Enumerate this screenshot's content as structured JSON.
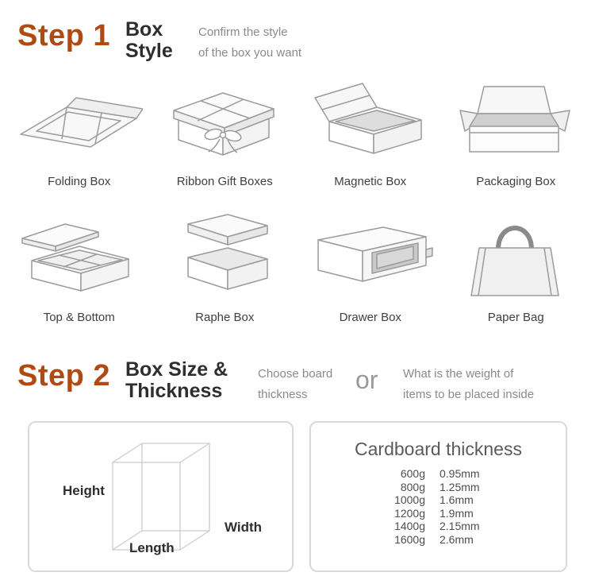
{
  "colors": {
    "accent": "#b04a12",
    "text_dark": "#2e2e2e",
    "text_gray": "#8a8a8a"
  },
  "step1": {
    "label": "Step 1",
    "title_line1": "Box",
    "title_line2": "Style",
    "desc_line1": "Confirm the style",
    "desc_line2": "of the box you want",
    "styles": [
      "Folding Box",
      "Ribbon Gift Boxes",
      "Magnetic Box",
      "Packaging Box",
      "Top & Bottom",
      "Raphe Box",
      "Drawer Box",
      "Paper Bag"
    ]
  },
  "step2": {
    "label": "Step 2",
    "title_line1": "Box Size &",
    "title_line2": "Thickness",
    "option1_line1": "Choose board",
    "option1_line2": "thickness",
    "or_label": "or",
    "option2_line1": "What is the weight of",
    "option2_line2": "items to be placed inside",
    "size": {
      "height": "Height",
      "width": "Width",
      "length": "Length"
    },
    "thickness": {
      "title": "Cardboard thickness",
      "rows": [
        {
          "weight": "600g",
          "mm": "0.95mm"
        },
        {
          "weight": "800g",
          "mm": "1.25mm"
        },
        {
          "weight": "1000g",
          "mm": "1.6mm"
        },
        {
          "weight": "1200g",
          "mm": "1.9mm"
        },
        {
          "weight": "1400g",
          "mm": "2.15mm"
        },
        {
          "weight": "1600g",
          "mm": "2.6mm"
        }
      ]
    }
  }
}
